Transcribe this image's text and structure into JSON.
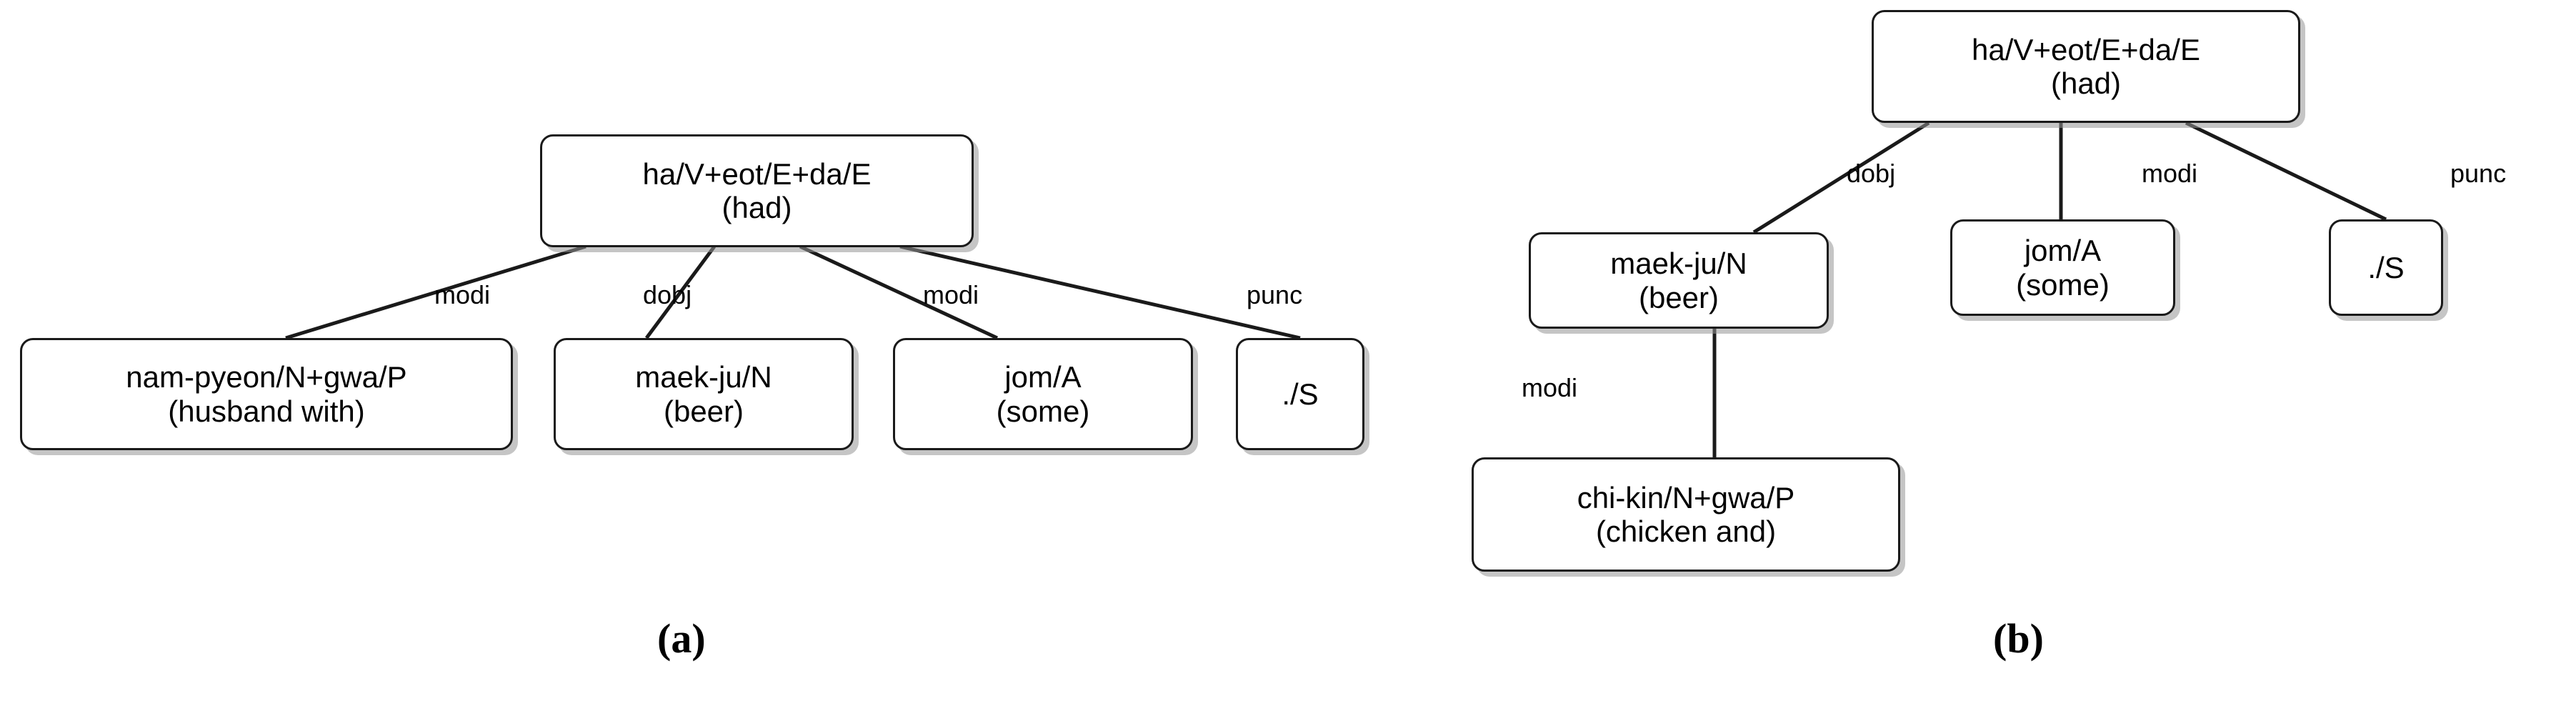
{
  "figure": {
    "background_color": "#ffffff",
    "node_border_color": "#1a1a1a",
    "text_color": "#000000",
    "edge_color": "#1a1a1a"
  },
  "panels": [
    {
      "id": "a",
      "caption": "(a)",
      "nodes": [
        {
          "id": "a-root",
          "line1": "ha/V+eot/E+da/E",
          "line2": "(had)"
        },
        {
          "id": "a-nampyeon",
          "line1": "nam-pyeon/N+gwa/P",
          "line2": "(husband with)"
        },
        {
          "id": "a-maekju",
          "line1": "maek-ju/N",
          "line2": "(beer)"
        },
        {
          "id": "a-jom",
          "line1": "jom/A",
          "line2": "(some)"
        },
        {
          "id": "a-punc",
          "line1": "./S",
          "line2": ""
        }
      ],
      "edges": [
        {
          "from": "a-root",
          "to": "a-nampyeon",
          "label": "modi"
        },
        {
          "from": "a-root",
          "to": "a-maekju",
          "label": "dobj"
        },
        {
          "from": "a-root",
          "to": "a-jom",
          "label": "modi"
        },
        {
          "from": "a-root",
          "to": "a-punc",
          "label": "punc"
        }
      ]
    },
    {
      "id": "b",
      "caption": "(b)",
      "nodes": [
        {
          "id": "b-root",
          "line1": "ha/V+eot/E+da/E",
          "line2": "(had)"
        },
        {
          "id": "b-maekju",
          "line1": "maek-ju/N",
          "line2": "(beer)"
        },
        {
          "id": "b-jom",
          "line1": "jom/A",
          "line2": "(some)"
        },
        {
          "id": "b-punc",
          "line1": "./S",
          "line2": ""
        },
        {
          "id": "b-chikin",
          "line1": "chi-kin/N+gwa/P",
          "line2": "(chicken and)"
        }
      ],
      "edges": [
        {
          "from": "b-root",
          "to": "b-maekju",
          "label": "dobj"
        },
        {
          "from": "b-root",
          "to": "b-jom",
          "label": "modi"
        },
        {
          "from": "b-root",
          "to": "b-punc",
          "label": "punc"
        },
        {
          "from": "b-maekju",
          "to": "b-chikin",
          "label": "modi"
        }
      ]
    }
  ]
}
